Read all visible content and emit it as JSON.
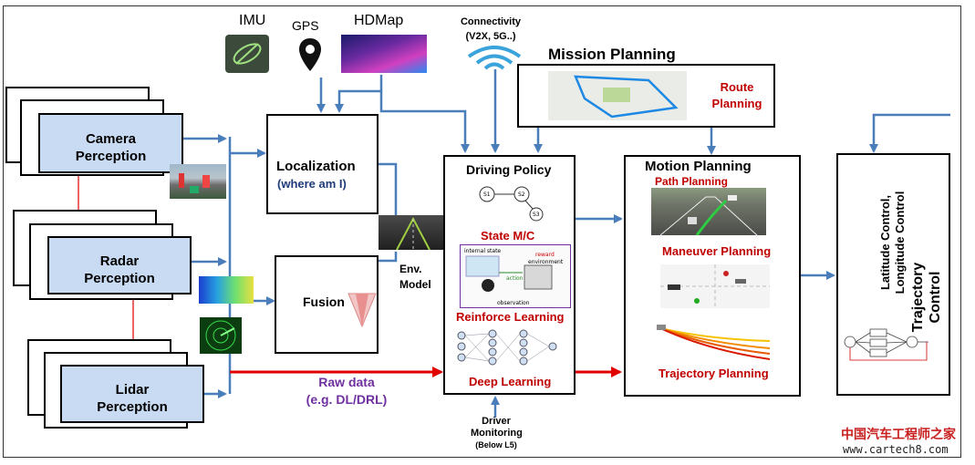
{
  "sensors": {
    "imu": "IMU",
    "gps": "GPS",
    "hdmap": "HDMap",
    "connectivity_line1": "Connectivity",
    "connectivity_line2": "(V2X, 5G..)"
  },
  "perception": {
    "camera_line1": "Camera",
    "camera_line2": "Perception",
    "radar_line1": "Radar",
    "radar_line2": "Perception",
    "lidar_line1": "Lidar",
    "lidar_line2": "Perception"
  },
  "localization": {
    "title": "Localization",
    "subtitle": "(where am I)"
  },
  "fusion": {
    "title": "Fusion"
  },
  "env_model": {
    "line1": "Env.",
    "line2": "Model"
  },
  "raw_data": {
    "line1": "Raw data",
    "line2": "(e.g. DL/DRL)"
  },
  "mission": {
    "title": "Mission Planning",
    "route_line1": "Route",
    "route_line2": "Planning"
  },
  "driving_policy": {
    "title": "Driving Policy",
    "state_mc": "State M/C",
    "reinforce": "Reinforce Learning",
    "deep": "Deep Learning",
    "rl_internal_state": "internal state",
    "rl_reward": "reward",
    "rl_environment": "environment",
    "rl_action": "action",
    "rl_observation": "observation",
    "sm_s1": "S1",
    "sm_s2": "S2",
    "sm_s3": "S3"
  },
  "driver_monitoring": {
    "line1": "Driver",
    "line2": "Monitoring",
    "line3": "(Below L5)"
  },
  "motion": {
    "title": "Motion Planning",
    "path": "Path Planning",
    "maneuver": "Maneuver Planning",
    "trajectory": "Trajectory Planning"
  },
  "control": {
    "latitude_line1": "Latitude Control,",
    "latitude_line2": "Longitude Control",
    "trajectory_line1": "Trajectory",
    "trajectory_line2": "Control"
  },
  "watermark": {
    "cn": "中国汽车工程师之家",
    "url": "www.cartech8.com"
  },
  "colors": {
    "arrow_blue": "#4a7ebb",
    "arrow_red": "#e00000",
    "box_blue": "#c9dbf3"
  }
}
